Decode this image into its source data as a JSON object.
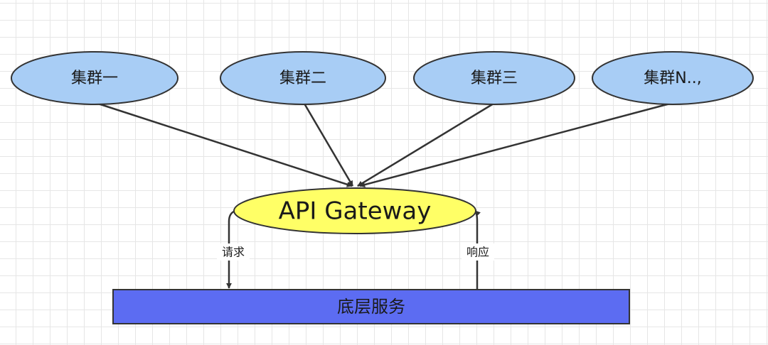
{
  "clusters": [
    {
      "label": "集群一"
    },
    {
      "label": "集群二"
    },
    {
      "label": "集群三"
    },
    {
      "label": "集群N..,"
    }
  ],
  "gateway": {
    "label": "API Gateway"
  },
  "service": {
    "label": "底层服务"
  },
  "edges": {
    "request_label": "请求",
    "response_label": "响应"
  },
  "colors": {
    "cluster_fill": "#a8cdf5",
    "gateway_fill": "#ffff66",
    "service_fill": "#5c6cf2",
    "stroke": "#333333"
  }
}
